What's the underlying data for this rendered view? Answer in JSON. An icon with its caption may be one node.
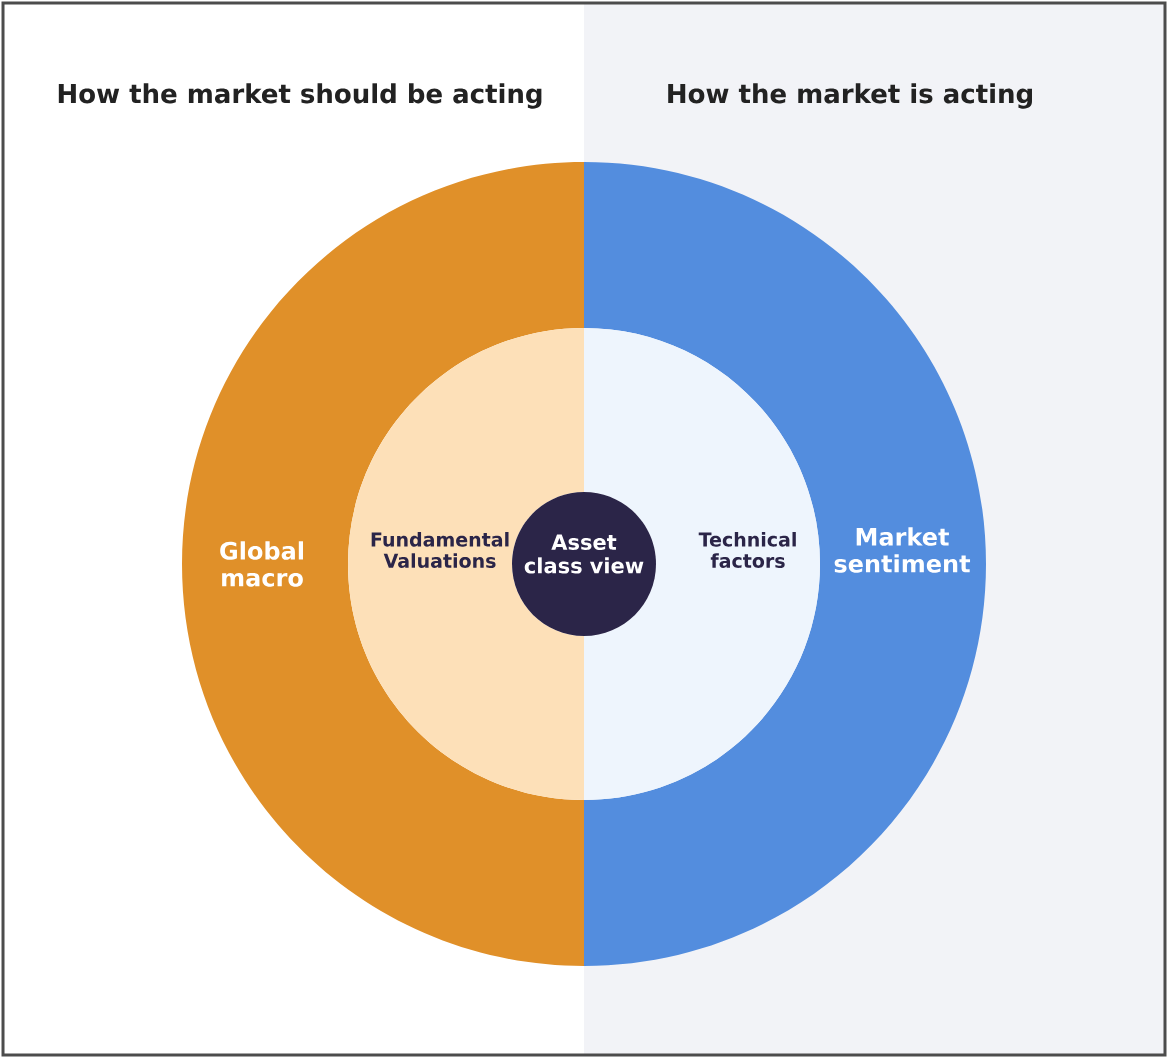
{
  "diagram": {
    "nodes": [
      {
        "text": [
          "Global macro"
        ]
      },
      {
        "text": [
          "Fundamental Valuations"
        ],
        "in": 0
      },
      {
        "text": [
          "Asset class view"
        ]
      },
      {
        "text": [
          "Market sentiment"
        ]
      },
      {
        "text": [
          "Technical factors"
        ],
        "in": 3
      }
    ],
    "labels": [
      "How the market should be acting",
      "How the market is acting"
    ]
  }
}
